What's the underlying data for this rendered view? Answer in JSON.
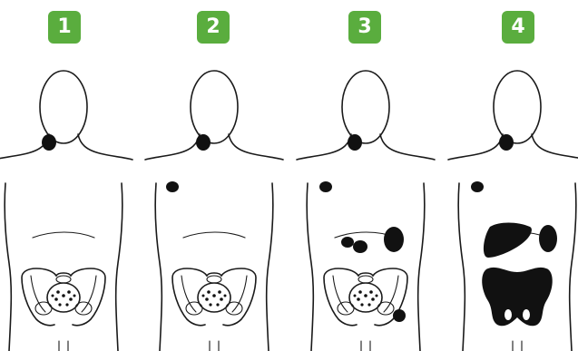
{
  "panels": [
    {
      "stage_label": "1"
    },
    {
      "stage_label": "2"
    },
    {
      "stage_label": "3"
    },
    {
      "stage_label": "4"
    }
  ],
  "colors": {
    "badge_bg": "#5aad3e",
    "badge_text": "#ffffff",
    "outline": "#1a1a1a",
    "lesion": "#111111"
  }
}
